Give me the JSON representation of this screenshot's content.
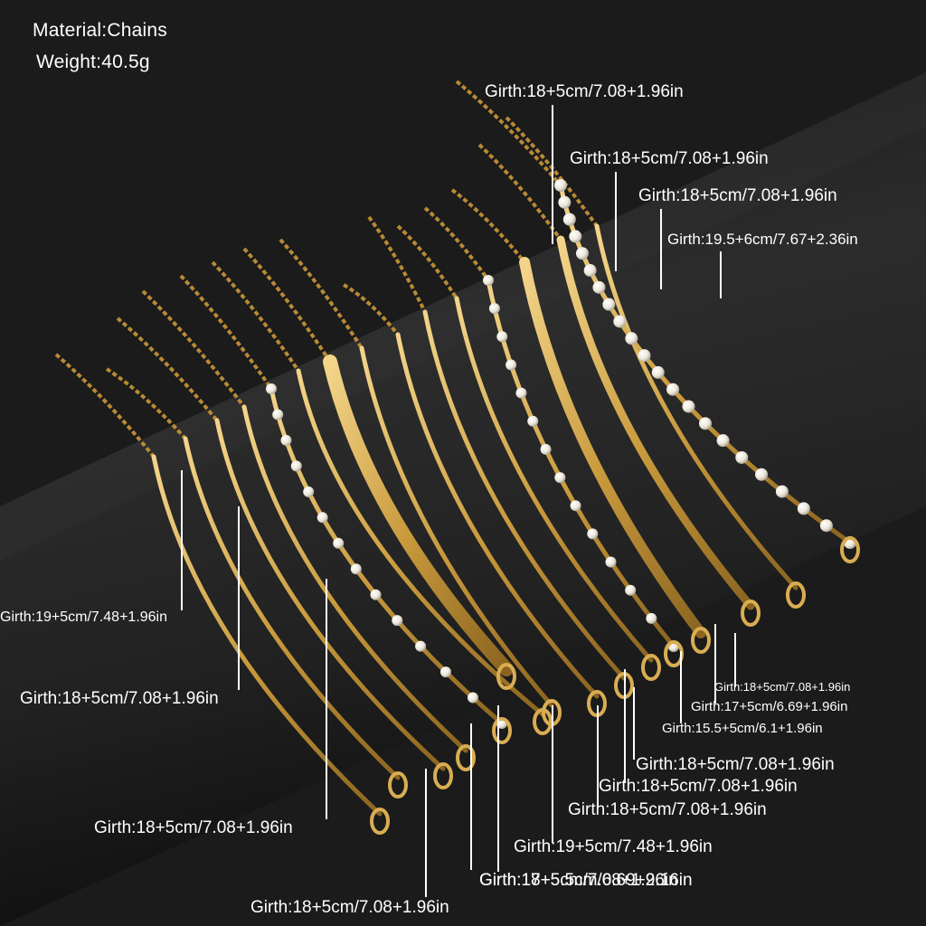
{
  "specs": {
    "material": "Material:Chains",
    "weight": "Weight:40.5g"
  },
  "labels": [
    "Girth:18+5cm/7.08+1.96in",
    "Girth:18+5cm/7.08+1.96in",
    "Girth:18+5cm/7.08+1.96in",
    "Girth:19.5+6cm/7.67+2.36in",
    "Girth:19+5cm/7.48+1.96in",
    "Girth:18+5cm/7.08+1.96in",
    "Girth:18+5cm/7.08+1.96in",
    "Girth:18+5cm/7.08+1.96in",
    "Girth:17+5cm/6.69+1.96in",
    "Girth:15.5+5cm/6.1+1.96in",
    "Girth:18+5cm/7.08+1.96in",
    "Girth:18+5cm/7.08+1.96in",
    "Girth:18+5cm/7.08+1.96in",
    "Girth:18+5cm/7.08+1.96in",
    "Girth:19+5cm/7.48+1.96in",
    "Girth:17+5.5cm/6.69+2.16in",
    "Girth:18+5cm/7.08+1.96in"
  ],
  "colors": {
    "background": "#1a1a1a",
    "gold": "#d4a94a",
    "pearl": "#f2efe6",
    "text": "#ffffff"
  }
}
